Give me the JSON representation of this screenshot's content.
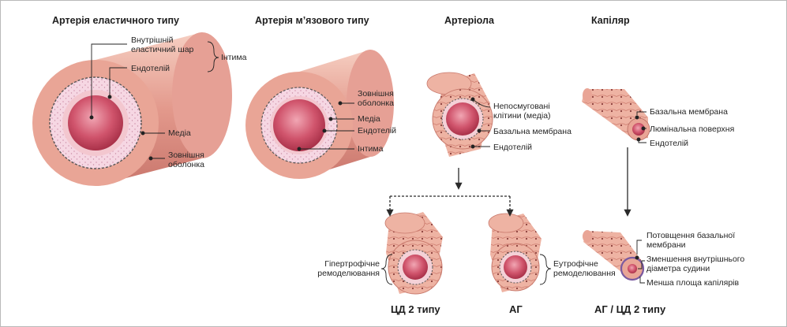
{
  "titles": {
    "elastic": "Артерія еластичного типу",
    "muscular": "Артерія м’язового типу",
    "arteriole": "Артеріола",
    "capillary": "Капіляр"
  },
  "elastic_labels": {
    "inner_elastic": "Внутрішній\nеластичний шар",
    "endothelium": "Ендотелій",
    "intima": "Інтима",
    "media": "Медіа",
    "adventitia": "Зовнішня\nоболонка"
  },
  "muscular_labels": {
    "adventitia": "Зовнішня\nоболонка",
    "media": "Медіа",
    "endothelium": "Ендотелій",
    "intima": "Інтима"
  },
  "arteriole_labels": {
    "nonstriated": "Непосмуговані\nклітини (медіа)",
    "basal": "Базальна мембрана",
    "endothelium": "Ендотелій"
  },
  "capillary_labels": {
    "basal": "Базальна мембрана",
    "luminal": "Люмінальна поверхня",
    "endothelium": "Ендотелій"
  },
  "remodeling": {
    "hypertrophic": "Гіпертрофічне\nремоделювання",
    "eutrophic": "Еутрофічне\nремоделювання"
  },
  "capillary_changes": {
    "thickening": "Потовщення базальної\nмембрани",
    "diameter": "Зменшення внутрішнього\nдіаметра судини",
    "area": "Менша площа капілярів"
  },
  "bottom_labels": {
    "dm2": "ЦД 2 типу",
    "ag": "АГ",
    "ag_dm2": "АГ / ЦД 2 типу"
  },
  "colors": {
    "outer": "#d98a80",
    "outer_light": "#f2c3b5",
    "media": "#f4d3e0",
    "lumen": "#c4465e",
    "arrow": "#2a2a2a"
  }
}
